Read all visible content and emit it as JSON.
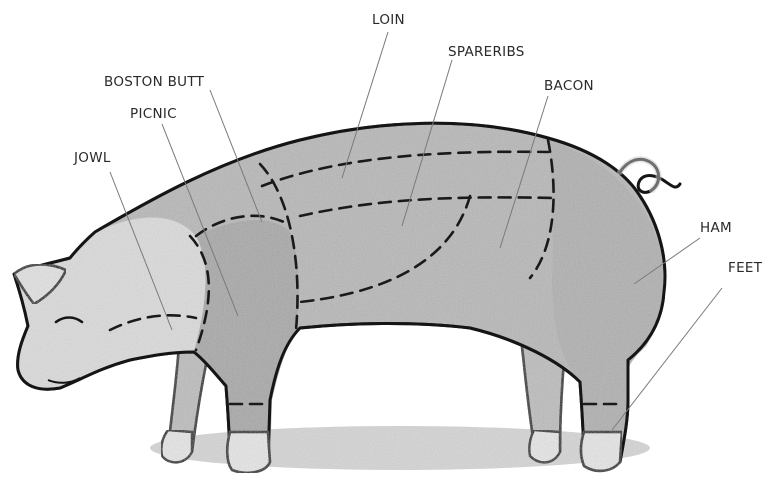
{
  "labels": {
    "loin": "LOIN",
    "spareribs": "SPARERIBS",
    "boston_butt": "BOSTON BUTT",
    "bacon": "BACON",
    "picnic": "PICNIC",
    "jowl": "JOWL",
    "ham": "HAM",
    "feet": "FEET"
  },
  "colors": {
    "head": "#dcdcdc",
    "body": "#b8b8b8",
    "picnic": "#a8a8a8",
    "butt": "#9c9c9c",
    "ham": "#b0b0b0",
    "hoof": "#e6e6e6",
    "shadow": "#d6d6d6"
  }
}
